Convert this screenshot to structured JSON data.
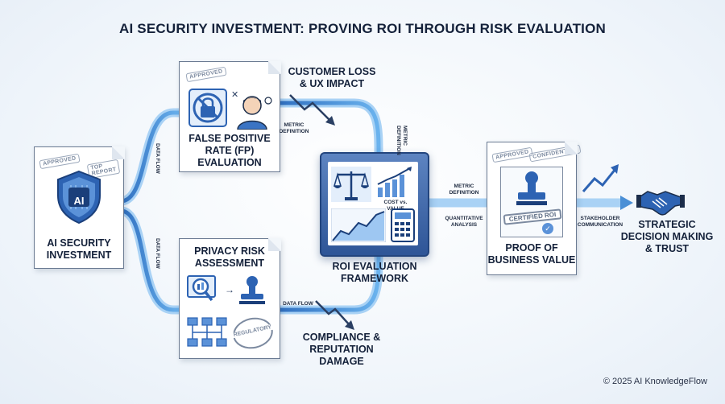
{
  "title": "AI SECURITY INVESTMENT: PROVING ROI THROUGH RISK EVALUATION",
  "nodes": {
    "investment": {
      "label": "AI SECURITY\nINVESTMENT",
      "badge": "AI",
      "stamp1": "APPROVED",
      "stamp2": "TOP\nREPORT"
    },
    "false_positive": {
      "label": "FALSE POSITIVE\nRATE (FP)\nEVALUATION",
      "stamp": "APPROVED"
    },
    "privacy": {
      "label": "PRIVACY RISK\nASSESSMENT",
      "stamp": "REGULATORY"
    },
    "roi_framework": {
      "label": "ROI EVALUATION\nFRAMEWORK",
      "chart_caption": "COST vs. VALUE"
    },
    "proof": {
      "label": "PROOF OF\nBUSINESS VALUE",
      "stamp1": "APPROVED",
      "stamp2": "CONFIDENTIAL",
      "seal": "CERTIFIED ROI"
    },
    "strategic": {
      "label": "STRATEGIC\nDECISION MAKING\n& TRUST"
    }
  },
  "impacts": {
    "customer_loss": "CUSTOMER LOSS\n& UX IMPACT",
    "compliance": "COMPLIANCE &\nREPUTATION\nDAMAGE"
  },
  "edge_labels": {
    "data_flow_top": "DATA FLOW",
    "data_flow_bottom": "DATA FLOW",
    "data_flow_privacy": "DATA FLOW",
    "metric_def_top": "METRIC\nDEFINITION",
    "metric_def_vertical": "METRIC\nDEFINITION",
    "metric_def_right": "METRIC\nDEFINITION",
    "quant_analysis": "QUANTITATIVE\nANALYSIS",
    "stakeholder": "STAKEHOLDER\nCOMMUNICATION"
  },
  "footer": "© 2025 AI KnowledgeFlow",
  "colors": {
    "flow": "#4a8fd6",
    "flow_glow": "#a9d2f5",
    "icon": "#2d63b3",
    "dark": "#14213a"
  }
}
